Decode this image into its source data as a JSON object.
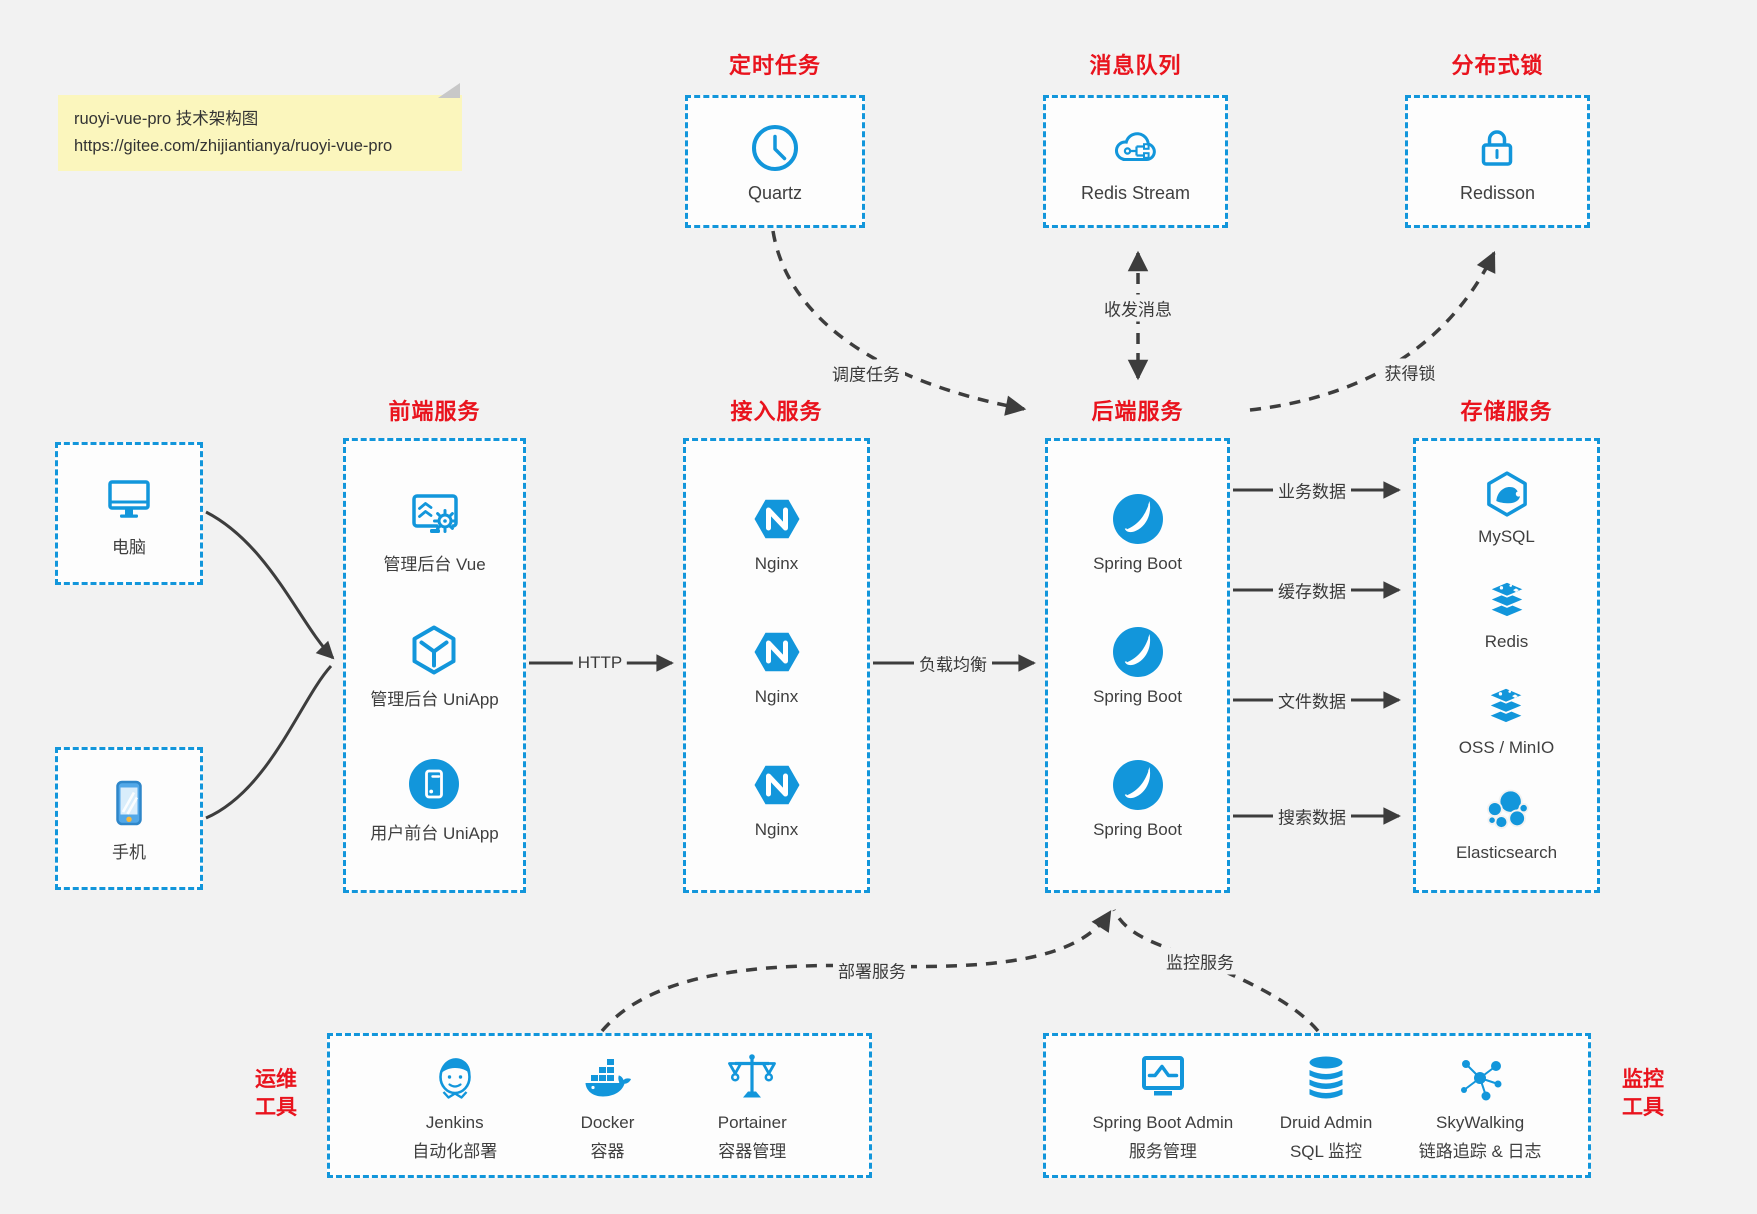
{
  "colors": {
    "accent_blue": "#1296db",
    "title_red": "#e9131d",
    "arrow_dark": "#3d3d3d",
    "note_yellow": "#fbf6bd",
    "page_bg": "#f2f2f2"
  },
  "note": {
    "line1": "ruoyi-vue-pro 技术架构图",
    "line2": "https://gitee.com/zhijiantianya/ruoyi-vue-pro"
  },
  "top_groups": [
    {
      "title": "定时任务",
      "item": {
        "label": "Quartz",
        "icon": "clock-icon"
      }
    },
    {
      "title": "消息队列",
      "item": {
        "label": "Redis Stream",
        "icon": "cloud-queue-icon"
      }
    },
    {
      "title": "分布式锁",
      "item": {
        "label": "Redisson",
        "icon": "lock-icon"
      }
    }
  ],
  "clients": [
    {
      "label": "电脑",
      "icon": "desktop-icon"
    },
    {
      "label": "手机",
      "icon": "mobile-icon"
    }
  ],
  "columns": [
    {
      "title": "前端服务",
      "items": [
        {
          "label": "管理后台 Vue",
          "icon": "admin-vue-icon"
        },
        {
          "label": "管理后台 UniApp",
          "icon": "uniapp-cube-icon"
        },
        {
          "label": "用户前台 UniApp",
          "icon": "user-app-icon"
        }
      ]
    },
    {
      "title": "接入服务",
      "items": [
        {
          "label": "Nginx",
          "icon": "nginx-icon"
        },
        {
          "label": "Nginx",
          "icon": "nginx-icon"
        },
        {
          "label": "Nginx",
          "icon": "nginx-icon"
        }
      ]
    },
    {
      "title": "后端服务",
      "items": [
        {
          "label": "Spring Boot",
          "icon": "spring-boot-icon"
        },
        {
          "label": "Spring Boot",
          "icon": "spring-boot-icon"
        },
        {
          "label": "Spring Boot",
          "icon": "spring-boot-icon"
        }
      ]
    },
    {
      "title": "存储服务",
      "items": [
        {
          "label": "MySQL",
          "icon": "mysql-icon"
        },
        {
          "label": "Redis",
          "icon": "redis-icon"
        },
        {
          "label": "OSS / MinIO",
          "icon": "oss-minio-icon"
        },
        {
          "label": "Elasticsearch",
          "icon": "elasticsearch-icon"
        }
      ]
    }
  ],
  "ops_group": {
    "side_title": [
      "运维",
      "工具"
    ],
    "items": [
      {
        "label": "Jenkins",
        "sublabel": "自动化部署",
        "icon": "jenkins-icon"
      },
      {
        "label": "Docker",
        "sublabel": "容器",
        "icon": "docker-icon"
      },
      {
        "label": "Portainer",
        "sublabel": "容器管理",
        "icon": "portainer-scales-icon"
      }
    ]
  },
  "monitor_group": {
    "side_title": [
      "监控",
      "工具"
    ],
    "items": [
      {
        "label": "Spring Boot Admin",
        "sublabel": "服务管理",
        "icon": "monitor-chart-icon"
      },
      {
        "label": "Druid Admin",
        "sublabel": "SQL 监控",
        "icon": "database-icon"
      },
      {
        "label": "SkyWalking",
        "sublabel": "链路追踪 & 日志",
        "icon": "skywalking-icon"
      }
    ]
  },
  "edge_labels": {
    "http": "HTTP",
    "load_balance": "负载均衡",
    "business_data": "业务数据",
    "cache_data": "缓存数据",
    "file_data": "文件数据",
    "search_data": "搜索数据",
    "schedule_task": "调度任务",
    "message": "收发消息",
    "acquire_lock": "获得锁",
    "deploy_service": "部署服务",
    "monitor_service": "监控服务"
  }
}
